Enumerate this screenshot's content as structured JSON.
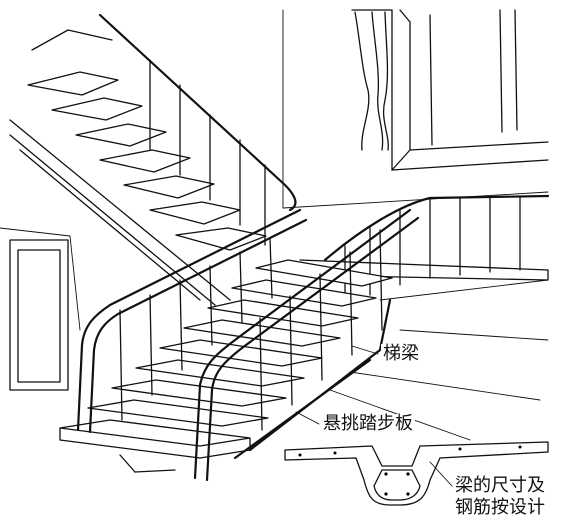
{
  "labels": {
    "beam": "梯梁",
    "tread": "悬挑踏步板",
    "note_line1": "梁的尺寸及",
    "note_line2": "钢筋按设计"
  }
}
